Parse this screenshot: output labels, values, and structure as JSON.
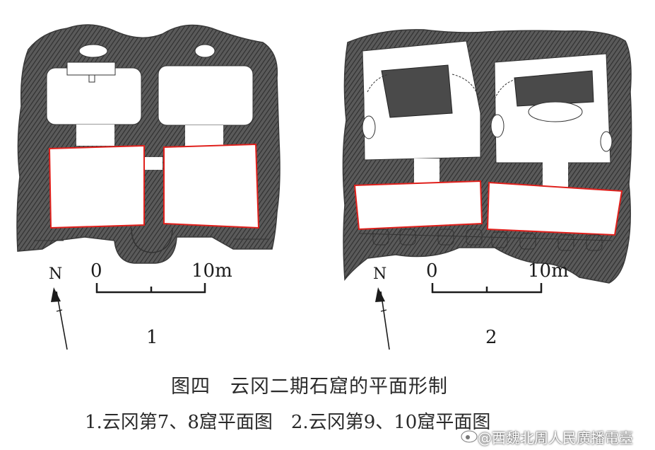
{
  "panels": [
    {
      "number": "1",
      "north": "N",
      "scale_start": "0",
      "scale_end": "10m"
    },
    {
      "number": "2",
      "north": "N",
      "scale_start": "0",
      "scale_end": "10m"
    }
  ],
  "caption": {
    "title": "图四　云冈二期石窟的平面形制",
    "subtitle": "1.云冈第7、8窟平面图　2.云冈第9、10窟平面图"
  },
  "watermark": "@西魏北周人民廣播電臺",
  "colors": {
    "rock": "#4a4a4a",
    "highlight": "#e0201c",
    "ink": "#222222"
  },
  "icons": [
    "north-arrow-icon",
    "weibo-logo-icon"
  ]
}
